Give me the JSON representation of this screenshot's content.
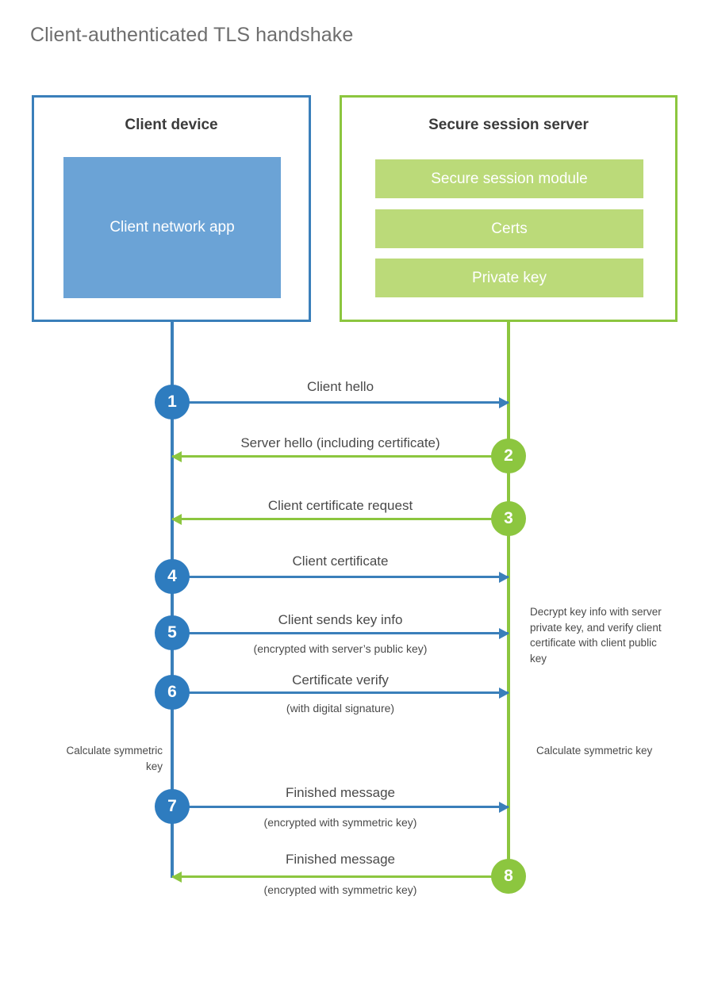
{
  "title": "Client-authenticated TLS handshake",
  "colors": {
    "client_blue": "#3a7fba",
    "client_circle_blue": "#2e7cbf",
    "client_app_fill": "#6ba3d6",
    "server_green": "#8cc63f",
    "server_bar_fill": "#bbda79",
    "title_gray": "#6e6e6e",
    "text_gray": "#4a4a4a"
  },
  "client": {
    "title": "Client device",
    "app_label": "Client network app"
  },
  "server": {
    "title": "Secure session server",
    "modules": [
      {
        "label": "Secure session module"
      },
      {
        "label": "Certs"
      },
      {
        "label": "Private key"
      }
    ]
  },
  "steps": [
    {
      "number": "1",
      "label": "Client hello",
      "sub": "",
      "direction": "client-to-server",
      "color": "blue"
    },
    {
      "number": "2",
      "label": "Server hello (including certificate)",
      "sub": "",
      "direction": "server-to-client",
      "color": "green"
    },
    {
      "number": "3",
      "label": "Client certificate request",
      "sub": "",
      "direction": "server-to-client",
      "color": "green"
    },
    {
      "number": "4",
      "label": "Client certificate",
      "sub": "",
      "direction": "client-to-server",
      "color": "blue"
    },
    {
      "number": "5",
      "label": "Client sends key info",
      "sub": "(encrypted with server’s public key)",
      "direction": "client-to-server",
      "color": "blue"
    },
    {
      "number": "6",
      "label": "Certificate verify",
      "sub": "(with digital signature)",
      "direction": "client-to-server",
      "color": "blue"
    },
    {
      "number": "7",
      "label": "Finished message",
      "sub": "(encrypted with symmetric key)",
      "direction": "client-to-server",
      "color": "blue"
    },
    {
      "number": "8",
      "label": "Finished message",
      "sub": "(encrypted with symmetric key)",
      "direction": "server-to-client",
      "color": "green"
    }
  ],
  "notes": {
    "decrypt": "Decrypt key info with server private key, and verify client certificate with client public key",
    "calculate_client": "Calculate symmetric key",
    "calculate_server": "Calculate symmetric key"
  }
}
